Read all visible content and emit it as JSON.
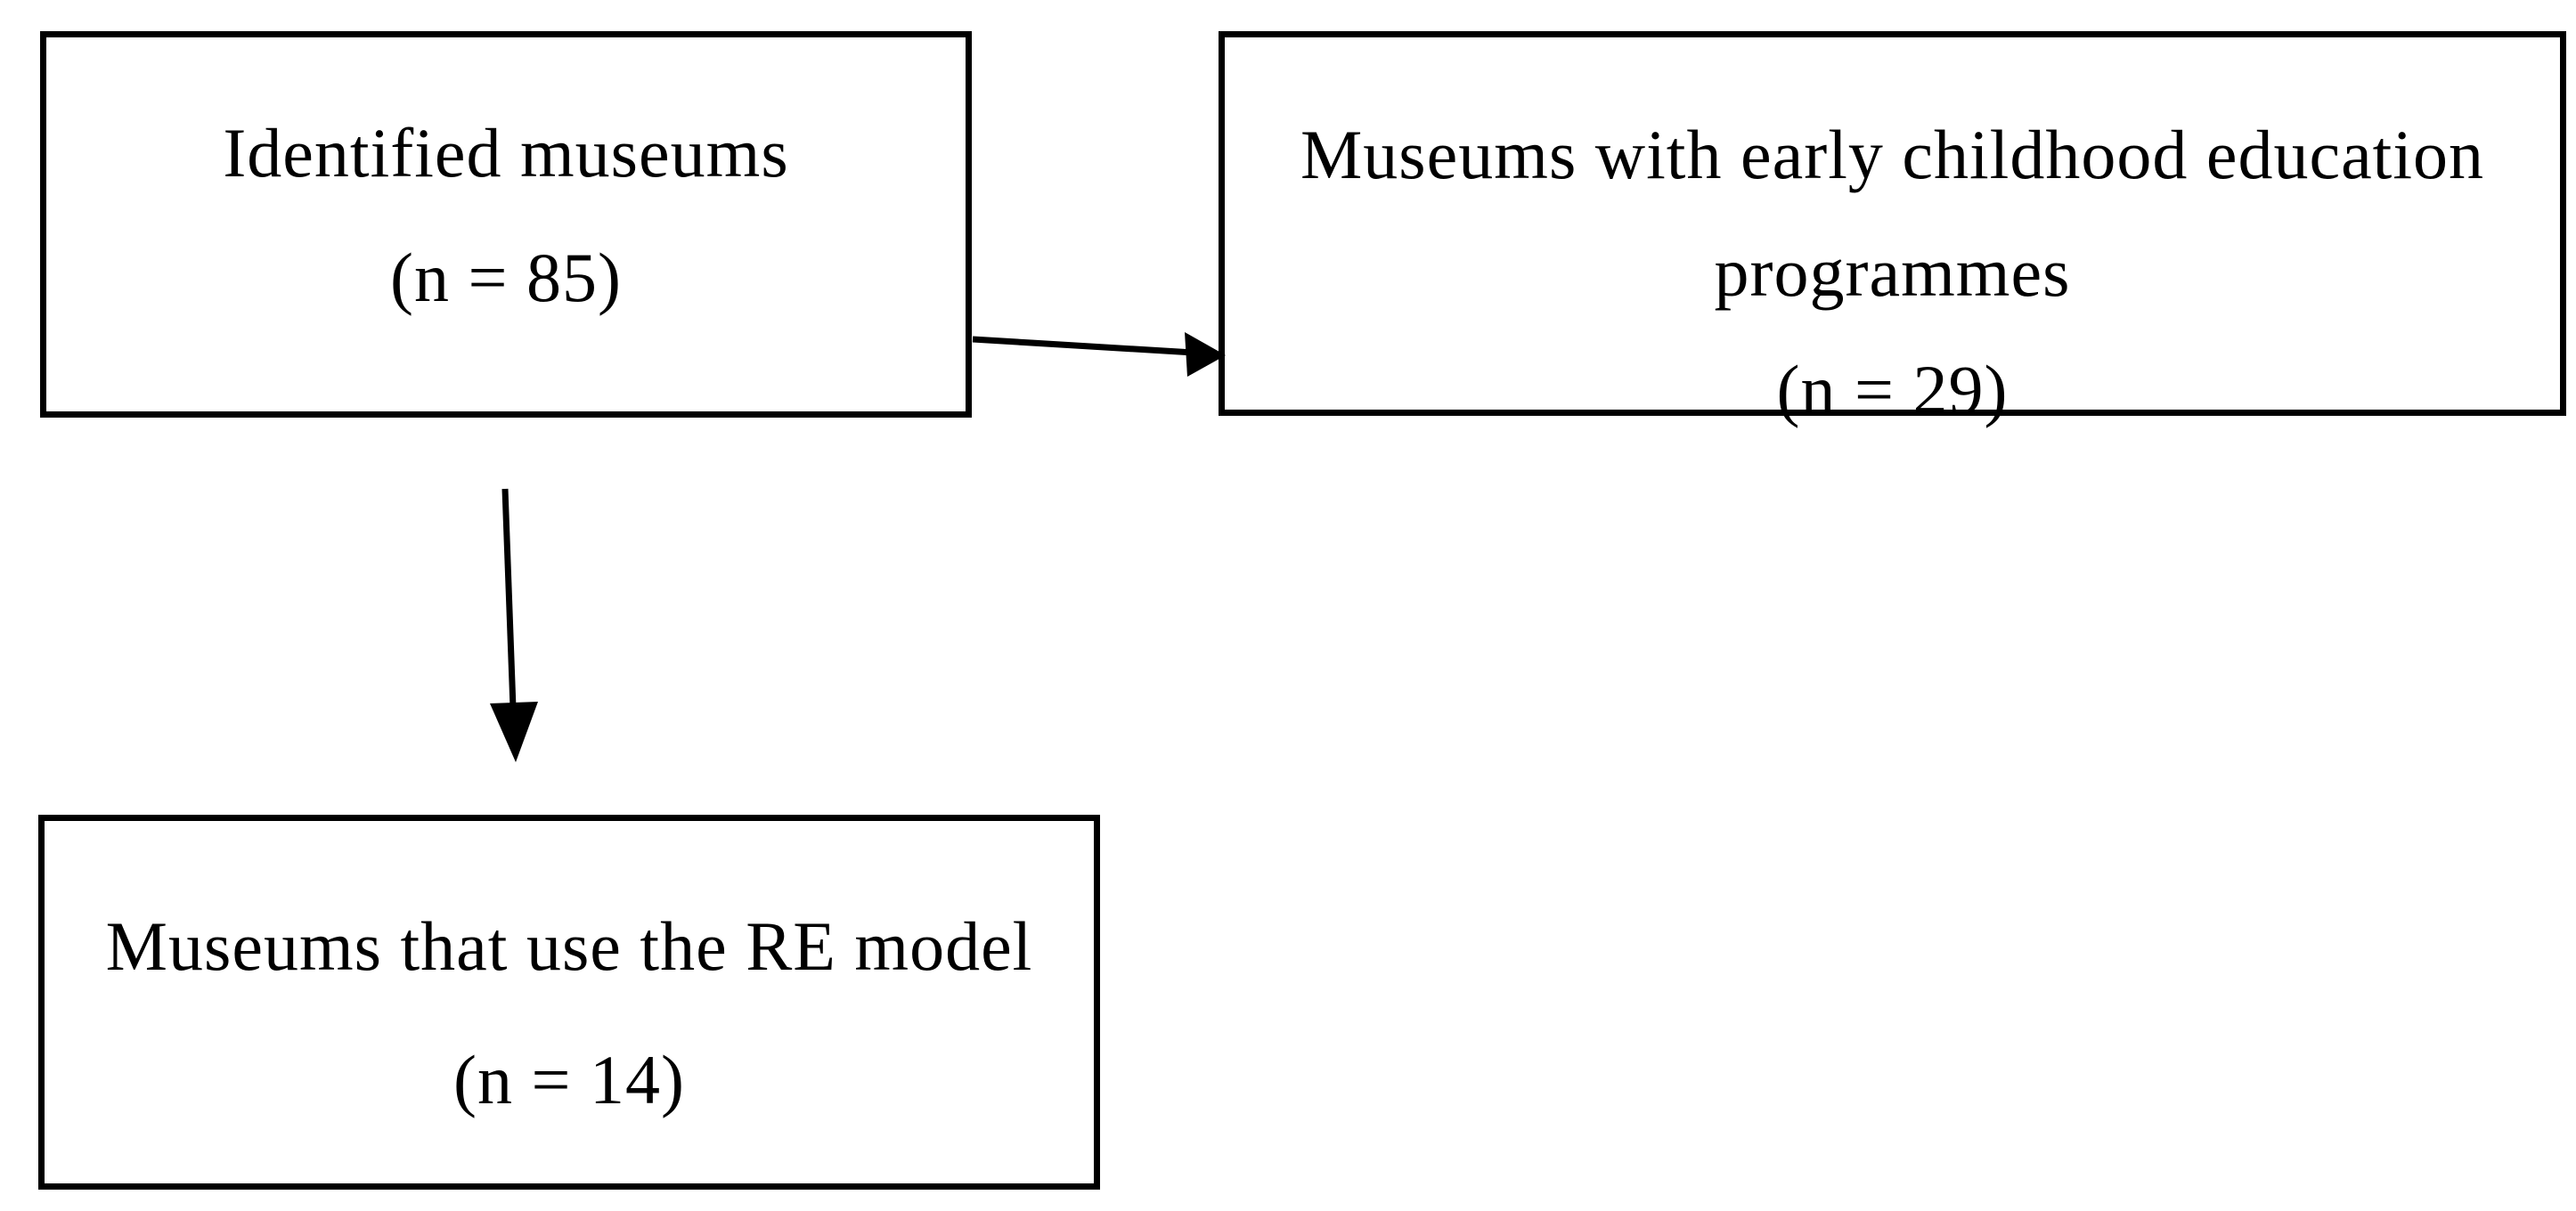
{
  "figure": {
    "type": "flow-diagram",
    "background_color": "#ffffff",
    "stroke_color": "#000000",
    "text_color": "#000000",
    "boxes": [
      {
        "id": "identified-museums",
        "lines": [
          "Identified museums",
          "(n = 85)"
        ]
      },
      {
        "id": "museums-with-ece-programmes",
        "lines": [
          "Museums with early childhood education",
          "programmes",
          "(n = 29)"
        ]
      },
      {
        "id": "museums-re-model",
        "lines": [
          "Museums that use the RE model",
          "(n = 14)"
        ]
      }
    ],
    "arrows": [
      {
        "id": "identified-to-ece",
        "from": "identified-museums",
        "to": "museums-with-ece-programmes",
        "direction": "right"
      },
      {
        "id": "identified-to-re-model",
        "from": "identified-museums",
        "to": "museums-re-model",
        "direction": "down"
      }
    ]
  }
}
